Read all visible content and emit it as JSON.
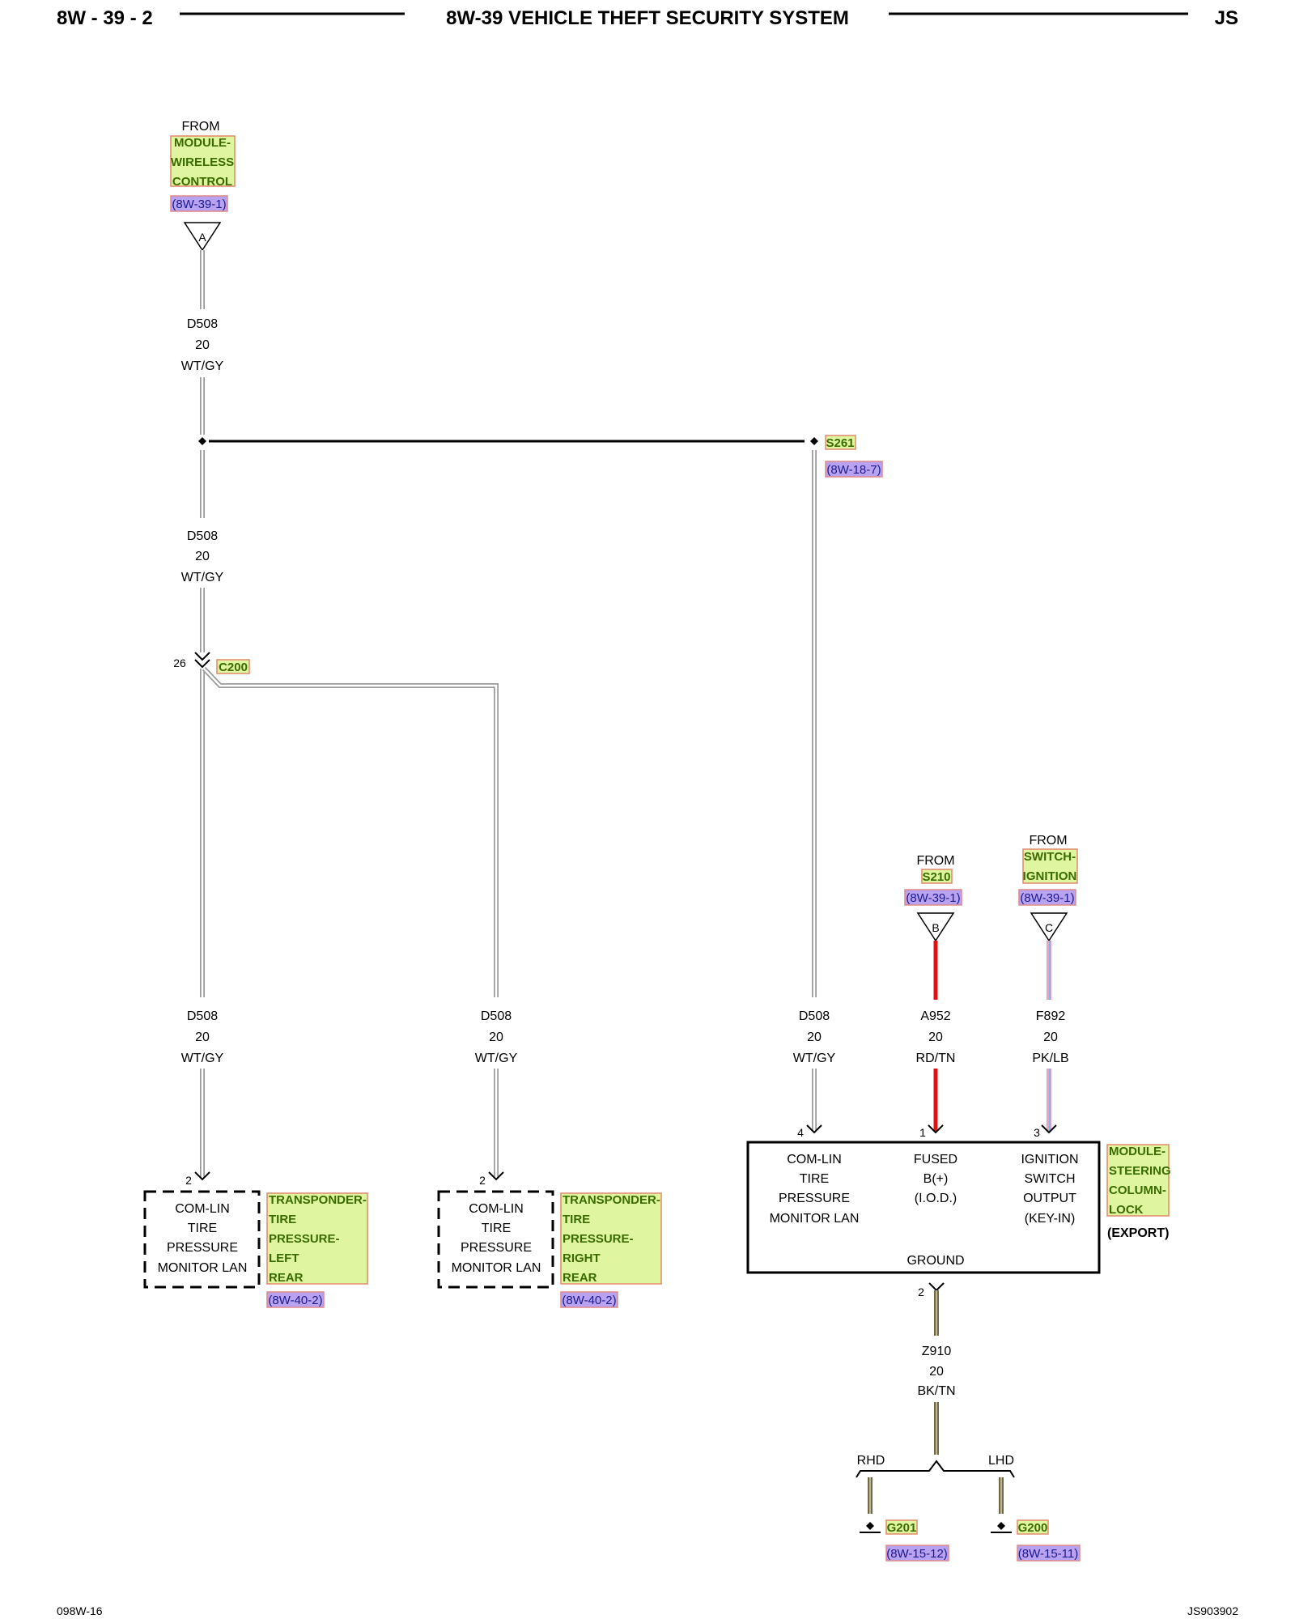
{
  "header": {
    "page_left": "8W - 39 - 2",
    "title": "8W-39 VEHICLE THEFT SECURITY SYSTEM",
    "page_right": "JS"
  },
  "footer": {
    "left": "098W-16",
    "right": "JS903902"
  },
  "source_wireless": {
    "from": "FROM",
    "component": [
      "MODULE-",
      "WIRELESS",
      "CONTROL"
    ],
    "ref": "(8W-39-1)",
    "connector": "A"
  },
  "wire_top": {
    "circuit": "D508",
    "gauge": "20",
    "color": "WT/GY"
  },
  "splice": {
    "name": "S261",
    "ref": "(8W-18-7)"
  },
  "wire_mid": {
    "circuit": "D508",
    "gauge": "20",
    "color": "WT/GY"
  },
  "inline_connector": {
    "pin": "26",
    "name": "C200"
  },
  "wire_left_bottom": {
    "circuit": "D508",
    "gauge": "20",
    "color": "WT/GY"
  },
  "wire_center_bottom": {
    "circuit": "D508",
    "gauge": "20",
    "color": "WT/GY"
  },
  "wire_right_bottom": {
    "circuit": "D508",
    "gauge": "20",
    "color": "WT/GY"
  },
  "source_s210": {
    "from": "FROM",
    "name": "S210",
    "ref": "(8W-39-1)",
    "connector": "B"
  },
  "source_ignition": {
    "from": "FROM",
    "component": [
      "SWITCH-",
      "IGNITION"
    ],
    "ref": "(8W-39-1)",
    "connector": "C"
  },
  "wire_a952": {
    "circuit": "A952",
    "gauge": "20",
    "color": "RD/TN"
  },
  "wire_f892": {
    "circuit": "F892",
    "gauge": "20",
    "color": "PK/LB"
  },
  "transponder_lr": {
    "pin": "2",
    "function": [
      "COM-LIN",
      "TIRE",
      "PRESSURE",
      "MONITOR LAN"
    ],
    "component": [
      "TRANSPONDER-",
      "TIRE",
      "PRESSURE-",
      "LEFT",
      "REAR"
    ],
    "ref": "(8W-40-2)"
  },
  "transponder_rr": {
    "pin": "2",
    "function": [
      "COM-LIN",
      "TIRE",
      "PRESSURE",
      "MONITOR LAN"
    ],
    "component": [
      "TRANSPONDER-",
      "TIRE",
      "PRESSURE-",
      "RIGHT",
      "REAR"
    ],
    "ref": "(8W-40-2)"
  },
  "steering_lock": {
    "pins": {
      "lan": "4",
      "fused": "1",
      "ignition": "3",
      "ground": "2"
    },
    "lan": [
      "COM-LIN",
      "TIRE",
      "PRESSURE",
      "MONITOR LAN"
    ],
    "fused": [
      "FUSED",
      "B(+)",
      "(I.O.D.)"
    ],
    "ignition": [
      "IGNITION",
      "SWITCH",
      "OUTPUT",
      "(KEY-IN)"
    ],
    "ground": "GROUND",
    "component": [
      "MODULE-",
      "STEERING",
      "COLUMN-",
      "LOCK"
    ],
    "note": "(EXPORT)"
  },
  "wire_z910": {
    "circuit": "Z910",
    "gauge": "20",
    "color": "BK/TN"
  },
  "grounds": {
    "rhd": "RHD",
    "lhd": "LHD",
    "g201": "G201",
    "g201_ref": "(8W-15-12)",
    "g200": "G200",
    "g200_ref": "(8W-15-11)"
  }
}
